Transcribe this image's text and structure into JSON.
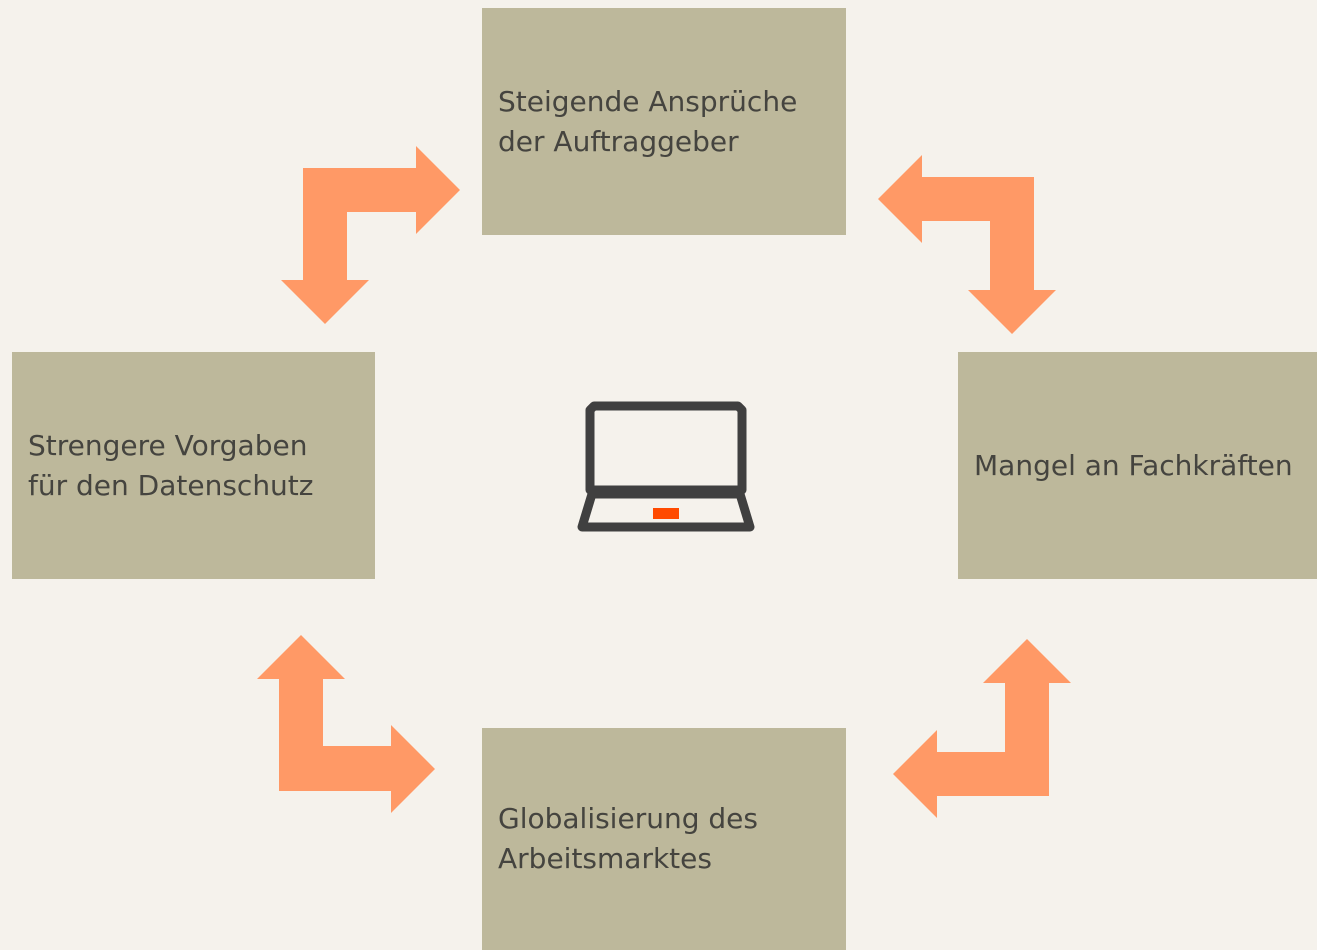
{
  "colors": {
    "background": "#f5f2ec",
    "box_fill": "#bdb89b",
    "arrow_fill": "#ff9966",
    "text": "#45443f",
    "laptop_stroke": "#404040",
    "laptop_accent": "#ff4a00"
  },
  "center_icon": "laptop-icon",
  "nodes": {
    "top": {
      "line1": "Steigende Ansprüche",
      "line2": "der Auftraggeber"
    },
    "right": {
      "line1": "Mangel an Fachkräften"
    },
    "bottom": {
      "line1": "Globalisierung des",
      "line2": "Arbeitsmarktes"
    },
    "left": {
      "line1": "Strengere Vorgaben",
      "line2": "für den Datenschutz"
    }
  },
  "arrows": [
    {
      "name": "arrow-left-top",
      "icon": "bent-double-arrow-icon"
    },
    {
      "name": "arrow-top-right",
      "icon": "bent-double-arrow-icon"
    },
    {
      "name": "arrow-right-bottom",
      "icon": "bent-double-arrow-icon"
    },
    {
      "name": "arrow-bottom-left",
      "icon": "bent-double-arrow-icon"
    }
  ]
}
